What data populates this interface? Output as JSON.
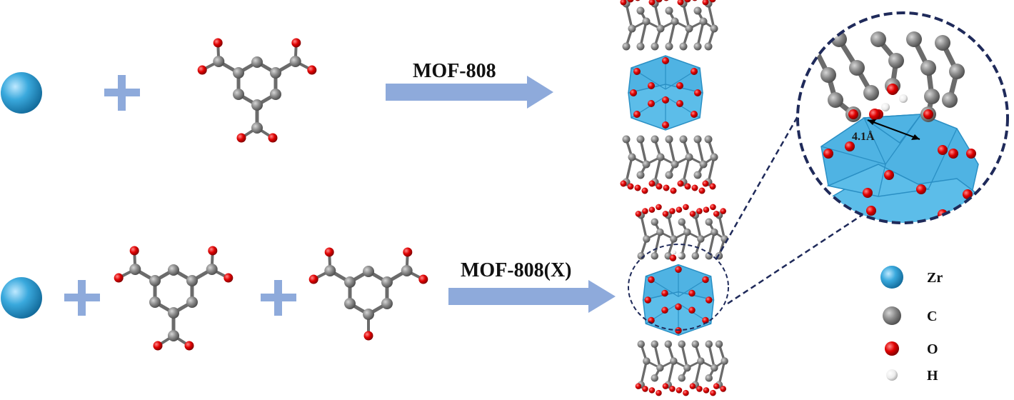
{
  "reaction_top": {
    "label": "MOF-808"
  },
  "reaction_bottom": {
    "label": "MOF-808(X)"
  },
  "zoom_inset": {
    "distance_label": "4.1Å"
  },
  "legend": {
    "items": [
      {
        "label": "Zr",
        "color": "#3aa9dd"
      },
      {
        "label": "C",
        "color": "#8a8a8a"
      },
      {
        "label": "O",
        "color": "#e00000"
      },
      {
        "label": "H",
        "color": "#f2f2f2"
      }
    ]
  },
  "colors": {
    "arrow": "#8eaadb",
    "plus": "#8eaadb",
    "cluster": "#4fb3e3",
    "dashed": "#1f2a5a"
  }
}
